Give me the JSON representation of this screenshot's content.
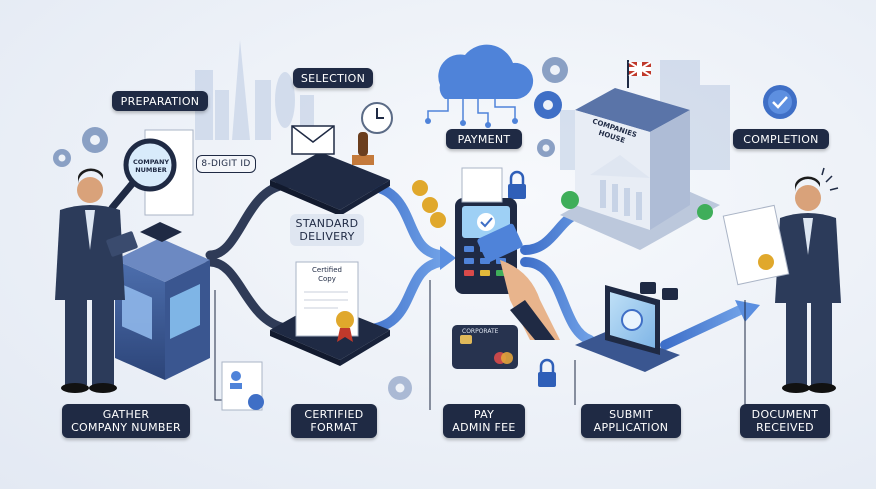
{
  "labels": {
    "preparation": "PREPARATION",
    "selection": "SELECTION",
    "payment": "PAYMENT",
    "completion": "COMPLETION",
    "standard_delivery": [
      "STANDARD",
      "DELIVERY"
    ],
    "gather": [
      "GATHER",
      "COMPANY NUMBER"
    ],
    "certified_format": [
      "CERTIFIED",
      "FORMAT"
    ],
    "pay_admin_fee": [
      "PAY",
      "ADMIN FEE"
    ],
    "submit_application": [
      "SUBMIT",
      "APPLICATION"
    ],
    "document_received": [
      "DOCUMENT",
      "RECEIVED"
    ],
    "eight_digit_id": "8-DIGIT ID"
  },
  "illustration_text": {
    "company_number": [
      "COMPANY",
      "NUMBER"
    ],
    "certified_copy": [
      "Certified",
      "Copy"
    ],
    "corporate": "CORPORATE",
    "companies_house": [
      "COMPANIES",
      "HOUSE"
    ]
  },
  "colors": {
    "pill_background": "#1f2a44",
    "flow_blue": "#4f83d9",
    "accent_gold": "#e0a82c"
  },
  "icons": [
    "cloud-icon",
    "gear-icon",
    "verified-badge-icon",
    "clock-icon",
    "padlock-icon",
    "envelope-icon",
    "stamp-icon",
    "certificate-icon",
    "magnifier-icon",
    "coins-icon",
    "bank-card-icon",
    "uk-flag-icon"
  ]
}
